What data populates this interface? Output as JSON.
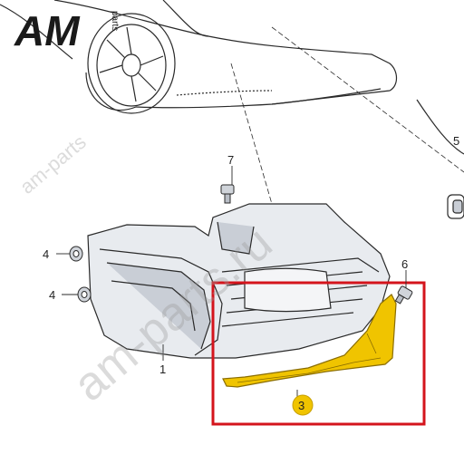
{
  "logo": {
    "main": "AM",
    "sub": "parts"
  },
  "watermarks": {
    "small": "am-parts",
    "large": "am-parts.ru"
  },
  "callouts": {
    "c1": "1",
    "c3": "3",
    "c4a": "4",
    "c4b": "4",
    "c6": "6",
    "c7": "7",
    "c5": "5"
  },
  "colors": {
    "highlight_box": "#d4141c",
    "part_fill": "#f0c400",
    "part_stroke": "#8a6d00",
    "line_art": "#2a2a2a",
    "body_shade": "#c9ced6",
    "callout_badge": "#f0c400"
  }
}
